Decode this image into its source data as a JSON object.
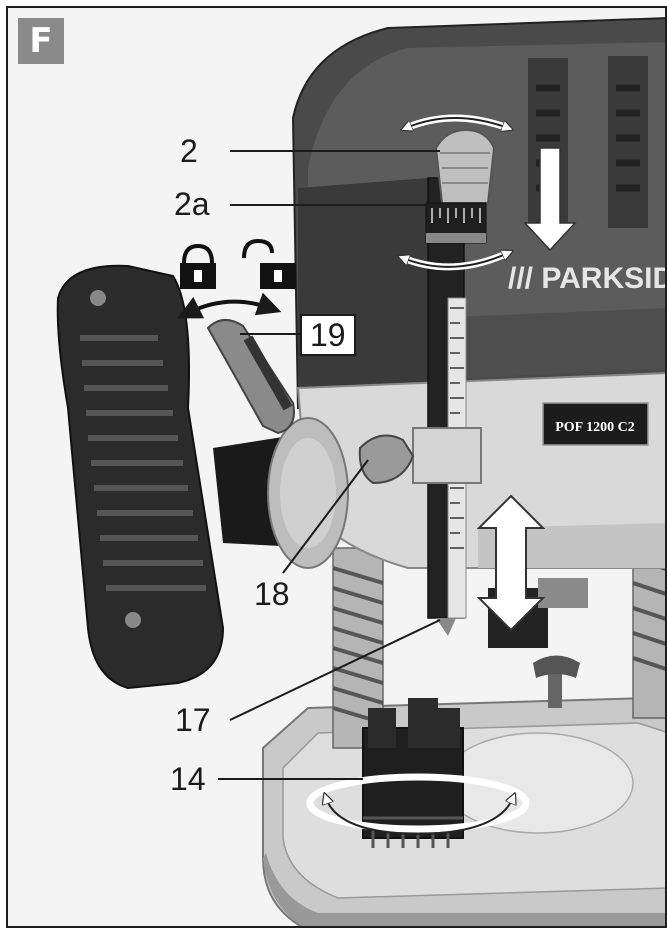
{
  "figure": {
    "letter": "F"
  },
  "brand_text": "/// PARKSIDE",
  "model_plate": "POF 1200 C2",
  "callouts": [
    {
      "id": "2",
      "text": "2"
    },
    {
      "id": "2a",
      "text": "2a"
    },
    {
      "id": "19",
      "text": "19"
    },
    {
      "id": "18",
      "text": "18"
    },
    {
      "id": "17",
      "text": "17"
    },
    {
      "id": "14",
      "text": "14"
    }
  ],
  "colors": {
    "frame": "#1e1e1e",
    "badge": "#8a8a8a",
    "body_dark": "#3b3b3b",
    "body_mid": "#6a6a6a",
    "metal": "#bdbdbd",
    "black": "#1a1a1a"
  }
}
